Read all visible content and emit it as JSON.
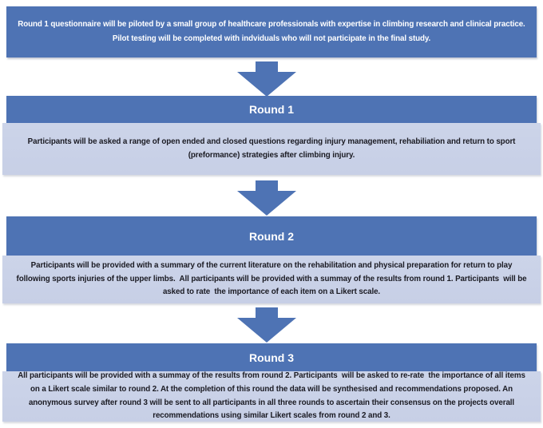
{
  "colors": {
    "background": "#ffffff",
    "accent-blue": "#4e73b4",
    "light-blue": "#ccd4e9",
    "light-blue-dark": "#c7cfe6",
    "header-text": "#ffffff",
    "body-text": "#1a1a22"
  },
  "flowchart": {
    "intro": {
      "text": "Round 1 questionnaire will be piloted by a small group of healthcare professionals with expertise in climbing research and clinical practice. Pilot testing will be completed with indviduals who will not participate in the final study."
    },
    "steps": [
      {
        "title": "Round 1",
        "description": "Participants will be asked a range of open ended and closed questions regarding injury management, rehabiliation and return to sport (preformance) strategies after climbing injury."
      },
      {
        "title": "Round 2",
        "description": "Participants will be provided with a summary of the current literature on the rehabilitation and physical preparation for return to play following sports injuries of the upper limbs.  All participants will be provided with a summay of the results from round 1. Participants  will be asked to rate  the importance of each item on a Likert scale."
      },
      {
        "title": "Round 3",
        "description": "All participants will be provided with a summay of the results from round 2. Participants  will be asked to re-rate  the importance of all items on a Likert scale similar to round 2. At the completion of this round the data will be synthesised and recommendations proposed. An anonymous survey after round 3 will be sent to all participants in all three rounds to ascertain their consensus on the projects overall recommendations using similar Likert scales from round 2 and 3."
      }
    ]
  }
}
